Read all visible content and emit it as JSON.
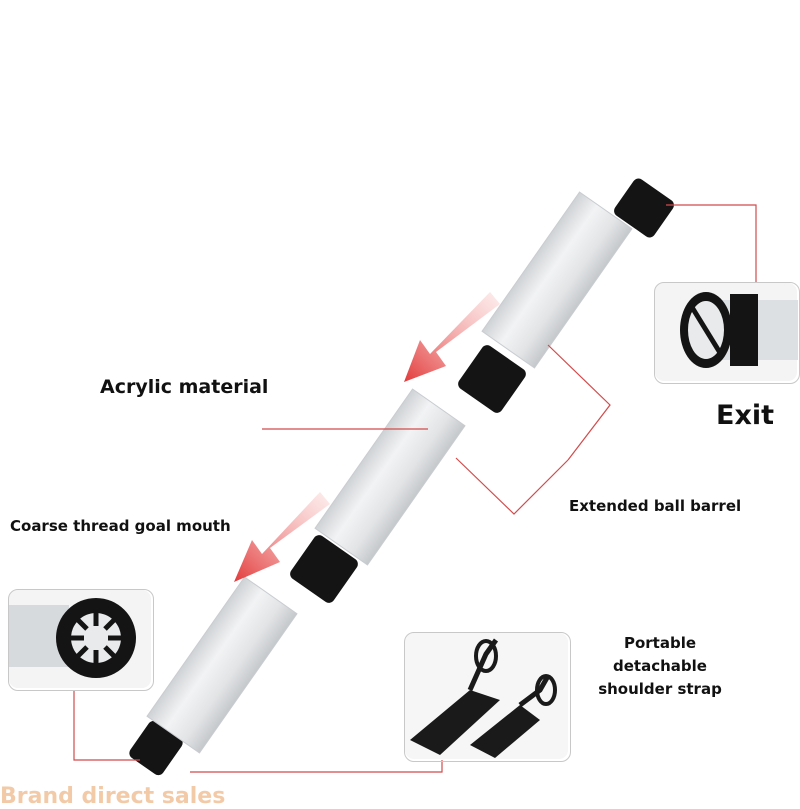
{
  "labels": {
    "acrylic": "Acrylic material",
    "coarse_thread": "Coarse thread goal mouth",
    "extended": "Extended ball barrel",
    "exit": "Exit",
    "strap_lines": [
      "Portable",
      "detachable",
      "shoulder strap"
    ],
    "watermark": "Brand direct sales"
  },
  "colors": {
    "leader_line": "#d24b4b",
    "arrow": "#e23a3a",
    "cap": "#141414",
    "tube": "#e4e6e8"
  }
}
